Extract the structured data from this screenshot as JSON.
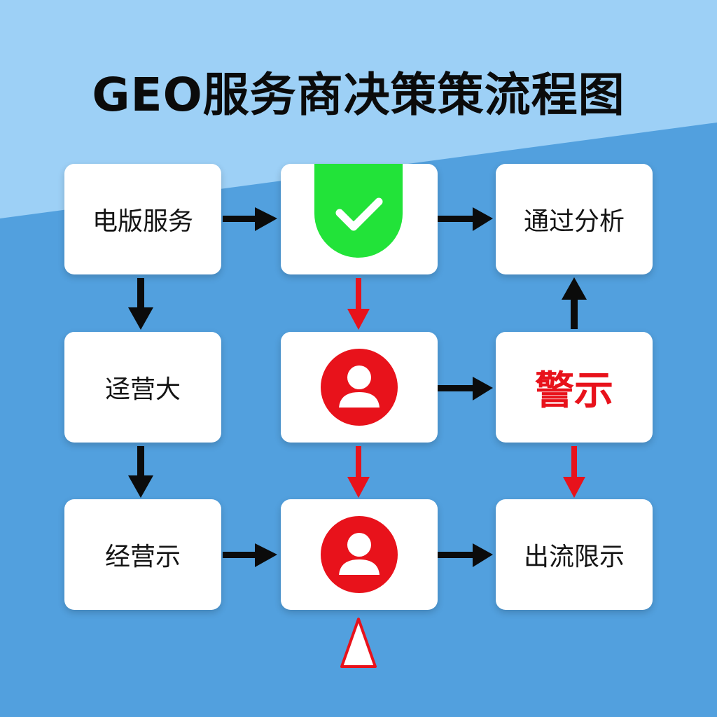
{
  "title": "GEO服务商决策策流程图",
  "nodes": {
    "r1c1": "电版服务",
    "r1c3": "通过分析",
    "r2c1": "迳营大",
    "r2c3": "警示",
    "r3c1": "经营示",
    "r3c3": "出流限示"
  },
  "icons": {
    "r1c2": "checkmark-shield-icon",
    "r2c2": "person-icon",
    "r3c2": "person-icon",
    "bottom": "warning-triangle-icon"
  },
  "colors": {
    "background": "#52a0de",
    "background_light": "#9dd0f6",
    "accent_green": "#22e339",
    "accent_red": "#e8121b",
    "arrow_black": "#0b0b0b"
  }
}
